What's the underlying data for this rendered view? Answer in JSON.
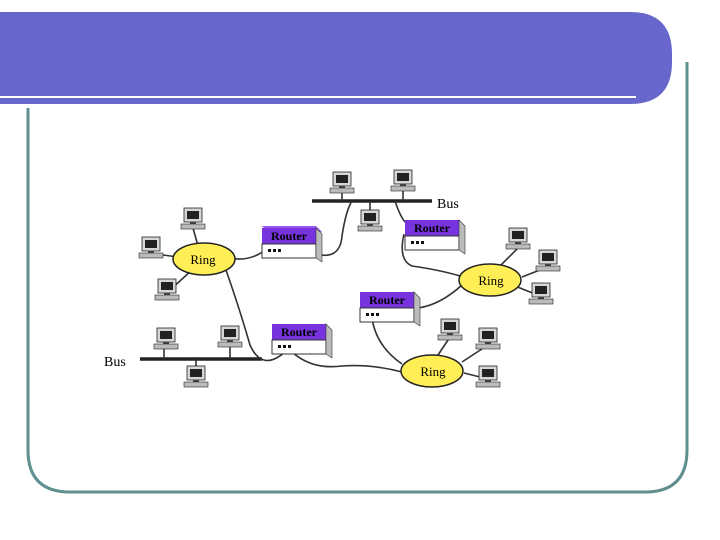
{
  "slide": {
    "header_color": "#6666cc",
    "frame_color": "#5f8f8f"
  },
  "diagram": {
    "labels": {
      "bus_top": "Bus",
      "bus_left": "Bus",
      "ring_left": "Ring",
      "ring_right": "Ring",
      "ring_bottom": "Ring",
      "router_a": "Router",
      "router_b": "Router",
      "router_c": "Router",
      "router_d": "Router"
    },
    "colors": {
      "router_top": "#7733dd",
      "router_body": "#ffffff",
      "ring_fill": "#ffee55",
      "cable": "#333333",
      "computer": "#555555"
    },
    "icons": [
      "computer-icon",
      "router-icon",
      "ring-icon"
    ]
  }
}
